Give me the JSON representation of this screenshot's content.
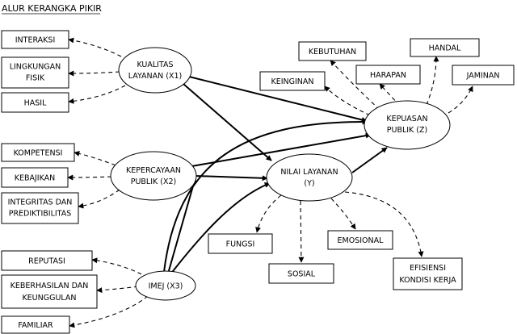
{
  "title": "ALUR KERANGKA PIKIR",
  "nodes": {
    "x1": [
      "KUALITAS",
      "LAYANAN (X1)"
    ],
    "x2": [
      "KEPERCAYAAN",
      "PUBLIK (X2)"
    ],
    "x3": [
      "IMEJ (X3)"
    ],
    "y": [
      "NILAI LAYANAN",
      "(Y)"
    ],
    "z": [
      "KEPUASAN",
      "PUBLIK (Z)"
    ]
  },
  "indicators": {
    "x1": [
      [
        "INTERAKSI"
      ],
      [
        "LINGKUNGAN",
        "FISIK"
      ],
      [
        "HASIL"
      ]
    ],
    "x2": [
      [
        "KOMPETENSI"
      ],
      [
        "KEBAJIKAN"
      ],
      [
        "INTEGRITAS DAN",
        "PREDIKTIBILITAS"
      ]
    ],
    "x3": [
      [
        "REPUTASI"
      ],
      [
        "KEBERHASILAN DAN",
        "KEUNGGULAN"
      ],
      [
        "FAMILIAR"
      ]
    ],
    "y": [
      [
        "FUNGSI"
      ],
      [
        "SOSIAL"
      ],
      [
        "EMOSIONAL"
      ],
      [
        "EFISIENSI",
        "KONDISI KERJA"
      ]
    ],
    "z": [
      [
        "KEBUTUHAN"
      ],
      [
        "KEINGINAN"
      ],
      [
        "HARAPAN"
      ],
      [
        "HANDAL"
      ],
      [
        "JAMINAN"
      ]
    ]
  }
}
